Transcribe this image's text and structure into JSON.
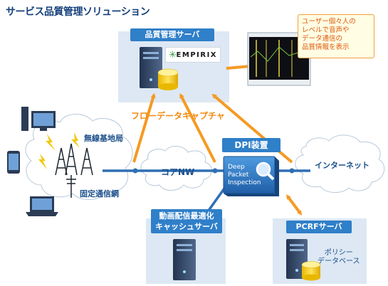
{
  "title": "サービス品質管理ソリューション",
  "quality_server": {
    "header": "品質管理サーバ",
    "logo": "EMPIRIX"
  },
  "note": {
    "lines": [
      "ユーザー個々人の",
      "レベルで音声や",
      "データ通信の",
      "品質情報を表示"
    ]
  },
  "flow_capture_label": "フローデータキャプチャ",
  "wireless_label": "無線基地局",
  "fixed_label": "固定通信網",
  "core_label": "コアNW",
  "dpi": {
    "header": "DPI装置",
    "lines": [
      "Deep",
      "Packet",
      "Inspection"
    ]
  },
  "internet_label": "インターネット",
  "cache_server": {
    "header_lines": [
      "動画配信最適化",
      "キャッシュサーバ"
    ]
  },
  "pcrf": {
    "header": "PCRFサーバ",
    "db_lines": [
      "ポリシー",
      "データベース"
    ]
  },
  "colors": {
    "accent_blue": "#2f7fc9",
    "line_blue": "#2f6fb5",
    "arrow_orange": "#f59a23",
    "panel": "#dde8f4",
    "title": "#14407a"
  }
}
